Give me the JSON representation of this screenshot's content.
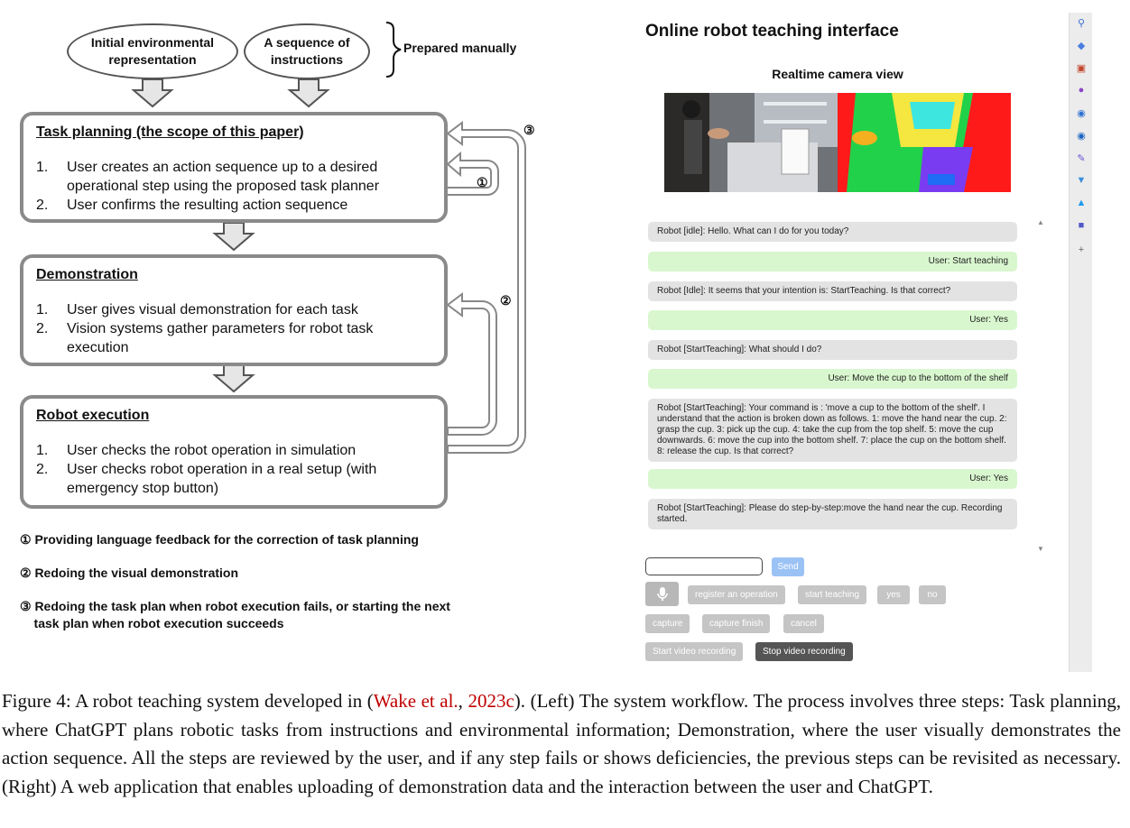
{
  "workflow": {
    "inputs": [
      "Initial environmental\nrepresentation",
      "A sequence of\ninstructions"
    ],
    "prepared_label": "Prepared manually",
    "stages": [
      {
        "title": "Task planning (the scope of this paper)",
        "items": [
          {
            "num": "1.",
            "text": "User creates an action sequence up to a desired operational step using the proposed task planner"
          },
          {
            "num": "2.",
            "text": "User confirms the resulting action sequence"
          }
        ]
      },
      {
        "title": "Demonstration",
        "items": [
          {
            "num": "1.",
            "text": "User gives visual demonstration for each task"
          },
          {
            "num": "2.",
            "text": "Vision systems gather parameters for robot task execution"
          }
        ]
      },
      {
        "title": "Robot execution",
        "items": [
          {
            "num": "1.",
            "text": "User checks the robot operation in simulation"
          },
          {
            "num": "2.",
            "text": "User checks robot operation in a real setup (with emergency stop button)"
          }
        ]
      }
    ],
    "loop_markers": [
      "①",
      "②",
      "③"
    ],
    "legend": [
      "① Providing language feedback for the correction of task planning",
      "② Redoing the visual demonstration",
      "③ Redoing the task plan when robot execution fails, or starting the next\n    task plan when robot execution succeeds"
    ]
  },
  "app": {
    "title": "Online robot teaching interface",
    "camera_title": "Realtime camera view",
    "messages": [
      {
        "role": "robot",
        "text": "Robot [idle]: Hello. What can I do for you today?"
      },
      {
        "role": "user",
        "text": "User: Start teaching"
      },
      {
        "role": "robot",
        "text": "Robot [Idle]: It seems that your intention is: StartTeaching. Is that correct?"
      },
      {
        "role": "user",
        "text": "User: Yes"
      },
      {
        "role": "robot",
        "text": "Robot [StartTeaching]: What should I do?"
      },
      {
        "role": "user",
        "text": "User: Move the cup to the bottom of the shelf"
      },
      {
        "role": "robot",
        "text": "Robot [StartTeaching]: Your command is : 'move a cup to the bottom of the shelf'. I understand that the action is broken down as follows. 1: move the hand near the cup. 2: grasp the cup. 3: pick up the cup. 4: take the cup from the top shelf. 5: move the cup downwards. 6: move the cup into the bottom shelf. 7: place the cup on the bottom shelf. 8: release the cup. Is that correct?"
      },
      {
        "role": "user",
        "text": "User: Yes"
      },
      {
        "role": "robot",
        "text": "Robot [StartTeaching]: Please do step-by-step:move the hand near the cup. Recording started."
      }
    ],
    "input_value": "",
    "buttons": {
      "send": "Send",
      "register": "register an operation",
      "start_teaching": "start teaching",
      "yes": "yes",
      "no": "no",
      "capture": "capture",
      "capture_finish": "capture finish",
      "cancel": "cancel",
      "start_video": "Start video recording",
      "stop_video": "Stop video recording"
    }
  },
  "sidebar_icons": [
    "search-icon",
    "tag-icon",
    "briefcase-icon",
    "people-icon",
    "office-icon",
    "outlook-icon",
    "edit-icon",
    "bird-icon",
    "twitter-icon",
    "teams-icon",
    "plus-icon"
  ],
  "caption": {
    "prefix": "Figure 4: A robot teaching system developed in (",
    "cite_author": "Wake et al.",
    "sep": ", ",
    "cite_year": "2023c",
    "body": "). (Left) The system workflow. The process involves three steps: Task planning, where ChatGPT plans robotic tasks from instructions and environmental information; Demonstration, where the user visually demonstrates the action sequence. All the steps are reviewed by the user, and if any step fails or shows deficiencies, the previous steps can be revisited as necessary. (Right) A web application that enables uploading of demonstration data and the interaction between the user and ChatGPT."
  }
}
